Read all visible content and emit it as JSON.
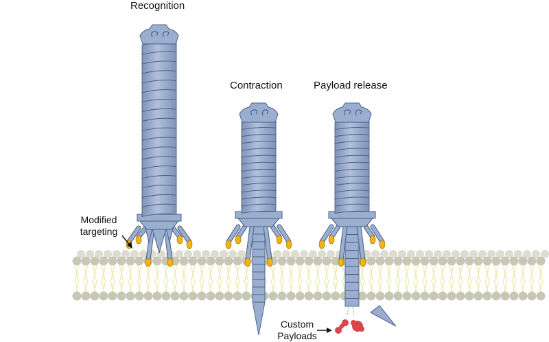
{
  "labels": {
    "stage1": "Recognition",
    "stage2": "Contraction",
    "stage3": "Payload release",
    "annotation1": "Modified targeting",
    "annotation2": "Custom Payloads"
  },
  "colors": {
    "tail": "#9aaed0",
    "tail_stroke": "#4a5f86",
    "fiber_tip": "#f0b419",
    "membrane_head": "#c7c7b8",
    "membrane_tail": "#eaeaa8",
    "payload": "#d8454a"
  },
  "stages": [
    {
      "name": "Recognition",
      "state": "extended"
    },
    {
      "name": "Contraction",
      "state": "contracted"
    },
    {
      "name": "Payload release",
      "state": "released"
    }
  ]
}
